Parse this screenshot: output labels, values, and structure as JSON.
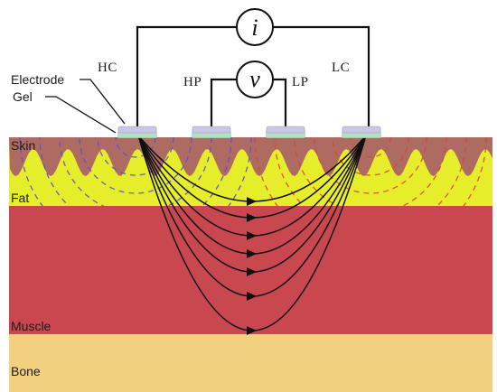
{
  "diagram": {
    "meters": {
      "current": "i",
      "voltage": "v"
    },
    "probes": {
      "hc": "HC",
      "hp": "HP",
      "lp": "LP",
      "lc": "LC"
    },
    "callouts": {
      "electrode": "Electrode",
      "gel": "Gel"
    },
    "layers": {
      "skin": "Skin",
      "fat": "Fat",
      "muscle": "Muscle",
      "bone": "Bone"
    },
    "colors": {
      "skin": "#ad6b62",
      "fat": "#e6ed2a",
      "muscle": "#c9474f",
      "bone": "#f1d07f",
      "electrode": "#c8c8e6",
      "gel": "#a8d8b8",
      "wire": "#111111",
      "field_left": "#5a4fd8",
      "field_right": "#e0443a",
      "current_lines": "#111111"
    }
  }
}
